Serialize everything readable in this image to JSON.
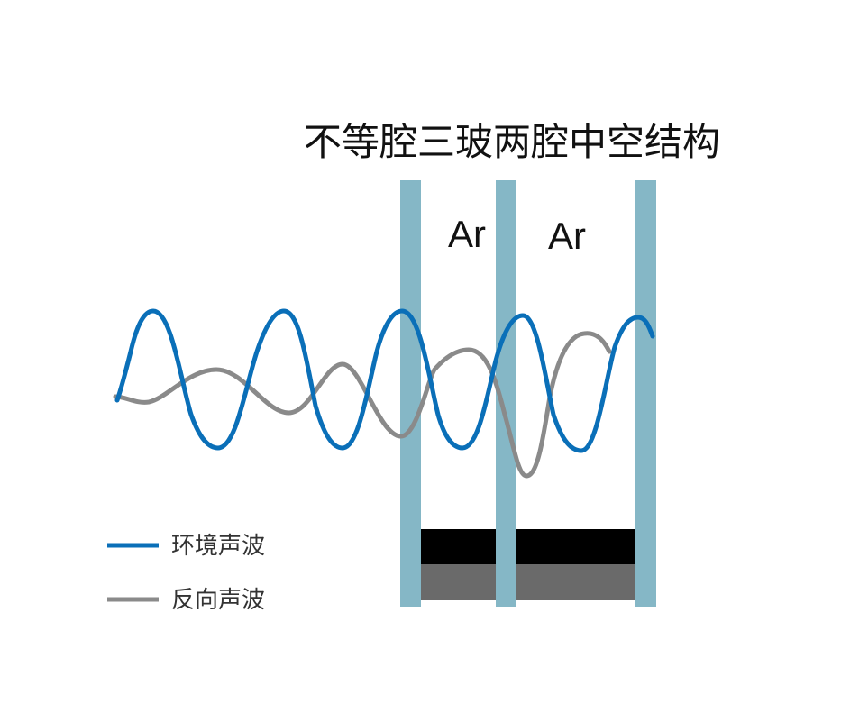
{
  "title": "不等腔三玻两腔中空结构",
  "gas_labels": [
    "Ar",
    "Ar"
  ],
  "legend": [
    {
      "label": "环境声波",
      "color": "#0a6fb8"
    },
    {
      "label": "反向声波",
      "color": "#8a8a8a"
    }
  ],
  "colors": {
    "glass": "#85b7c6",
    "spacer_top": "#000000",
    "spacer_bottom": "#6a6a6a",
    "ambient_wave": "#0a6fb8",
    "reverse_wave": "#8a8a8a"
  }
}
